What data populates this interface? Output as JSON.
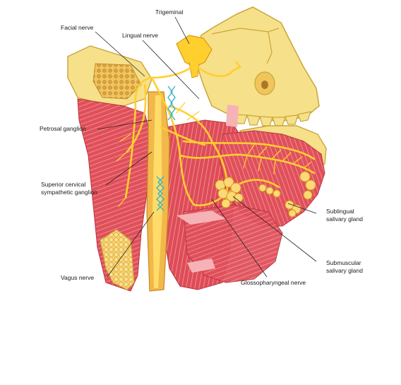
{
  "labels": {
    "trigeminal": "Trigeminal",
    "facial_nerve": "Facial nerve",
    "lingual_nerve": "Lingual nerve",
    "petrosal_ganglion": "Petrosal ganglion",
    "superior_cervical": {
      "line1": "Superior cervical",
      "line2": "sympathetic ganglion"
    },
    "sublingual": {
      "line1": "Sublingual",
      "line2": "salivary gland"
    },
    "submuscular": {
      "line1": "Submuscular",
      "line2": "salivary gland"
    },
    "vagus_nerve": "Vagus nerve",
    "glossopharyngeal_nerve": "Glossopharyngeal nerve"
  },
  "colors": {
    "bone": "#f6e08a",
    "bone_outline": "#c9a63a",
    "muscle": "#e0505a",
    "muscle_light": "#f39aa0",
    "nerve": "#ffcf2e",
    "nerve_outline": "#d69a10",
    "vessel": "#3bb3c4",
    "leader": "#222222"
  }
}
